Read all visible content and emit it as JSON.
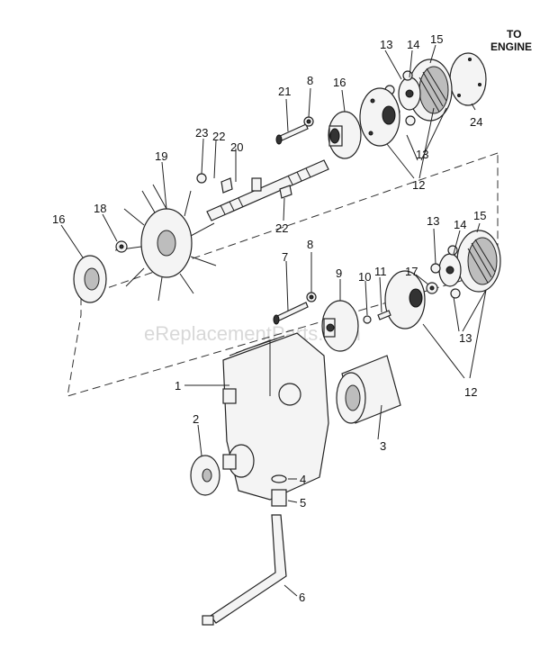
{
  "header": {
    "title_line1": "TO",
    "title_line2": "ENGINE"
  },
  "watermark": "eReplacementParts.com",
  "callouts": {
    "n1": "1",
    "n2": "2",
    "n3": "3",
    "n4": "4",
    "n5": "5",
    "n6": "6",
    "n7": "7",
    "n8a": "8",
    "n8b": "8",
    "n9": "9",
    "n10": "10",
    "n11": "11",
    "n12a": "12",
    "n12b": "12",
    "n13a": "13",
    "n13b": "13",
    "n13c": "13",
    "n13d": "13",
    "n14a": "14",
    "n14b": "14",
    "n15a": "15",
    "n15b": "15",
    "n16a": "16",
    "n16b": "16",
    "n17": "17",
    "n18": "18",
    "n19": "19",
    "n20": "20",
    "n21": "21",
    "n22a": "22",
    "n22b": "22",
    "n23": "23",
    "n24": "24"
  }
}
